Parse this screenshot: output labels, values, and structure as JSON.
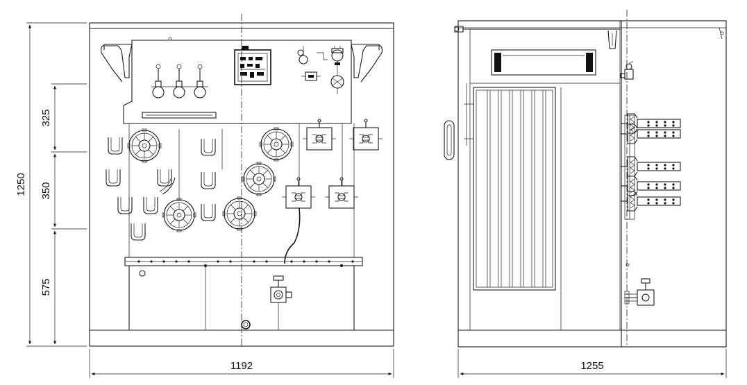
{
  "dimensions": {
    "front_width": "1192",
    "side_width": "1255",
    "total_height": "1250",
    "segment_top": "325",
    "segment_middle": "350",
    "segment_bottom": "575"
  }
}
